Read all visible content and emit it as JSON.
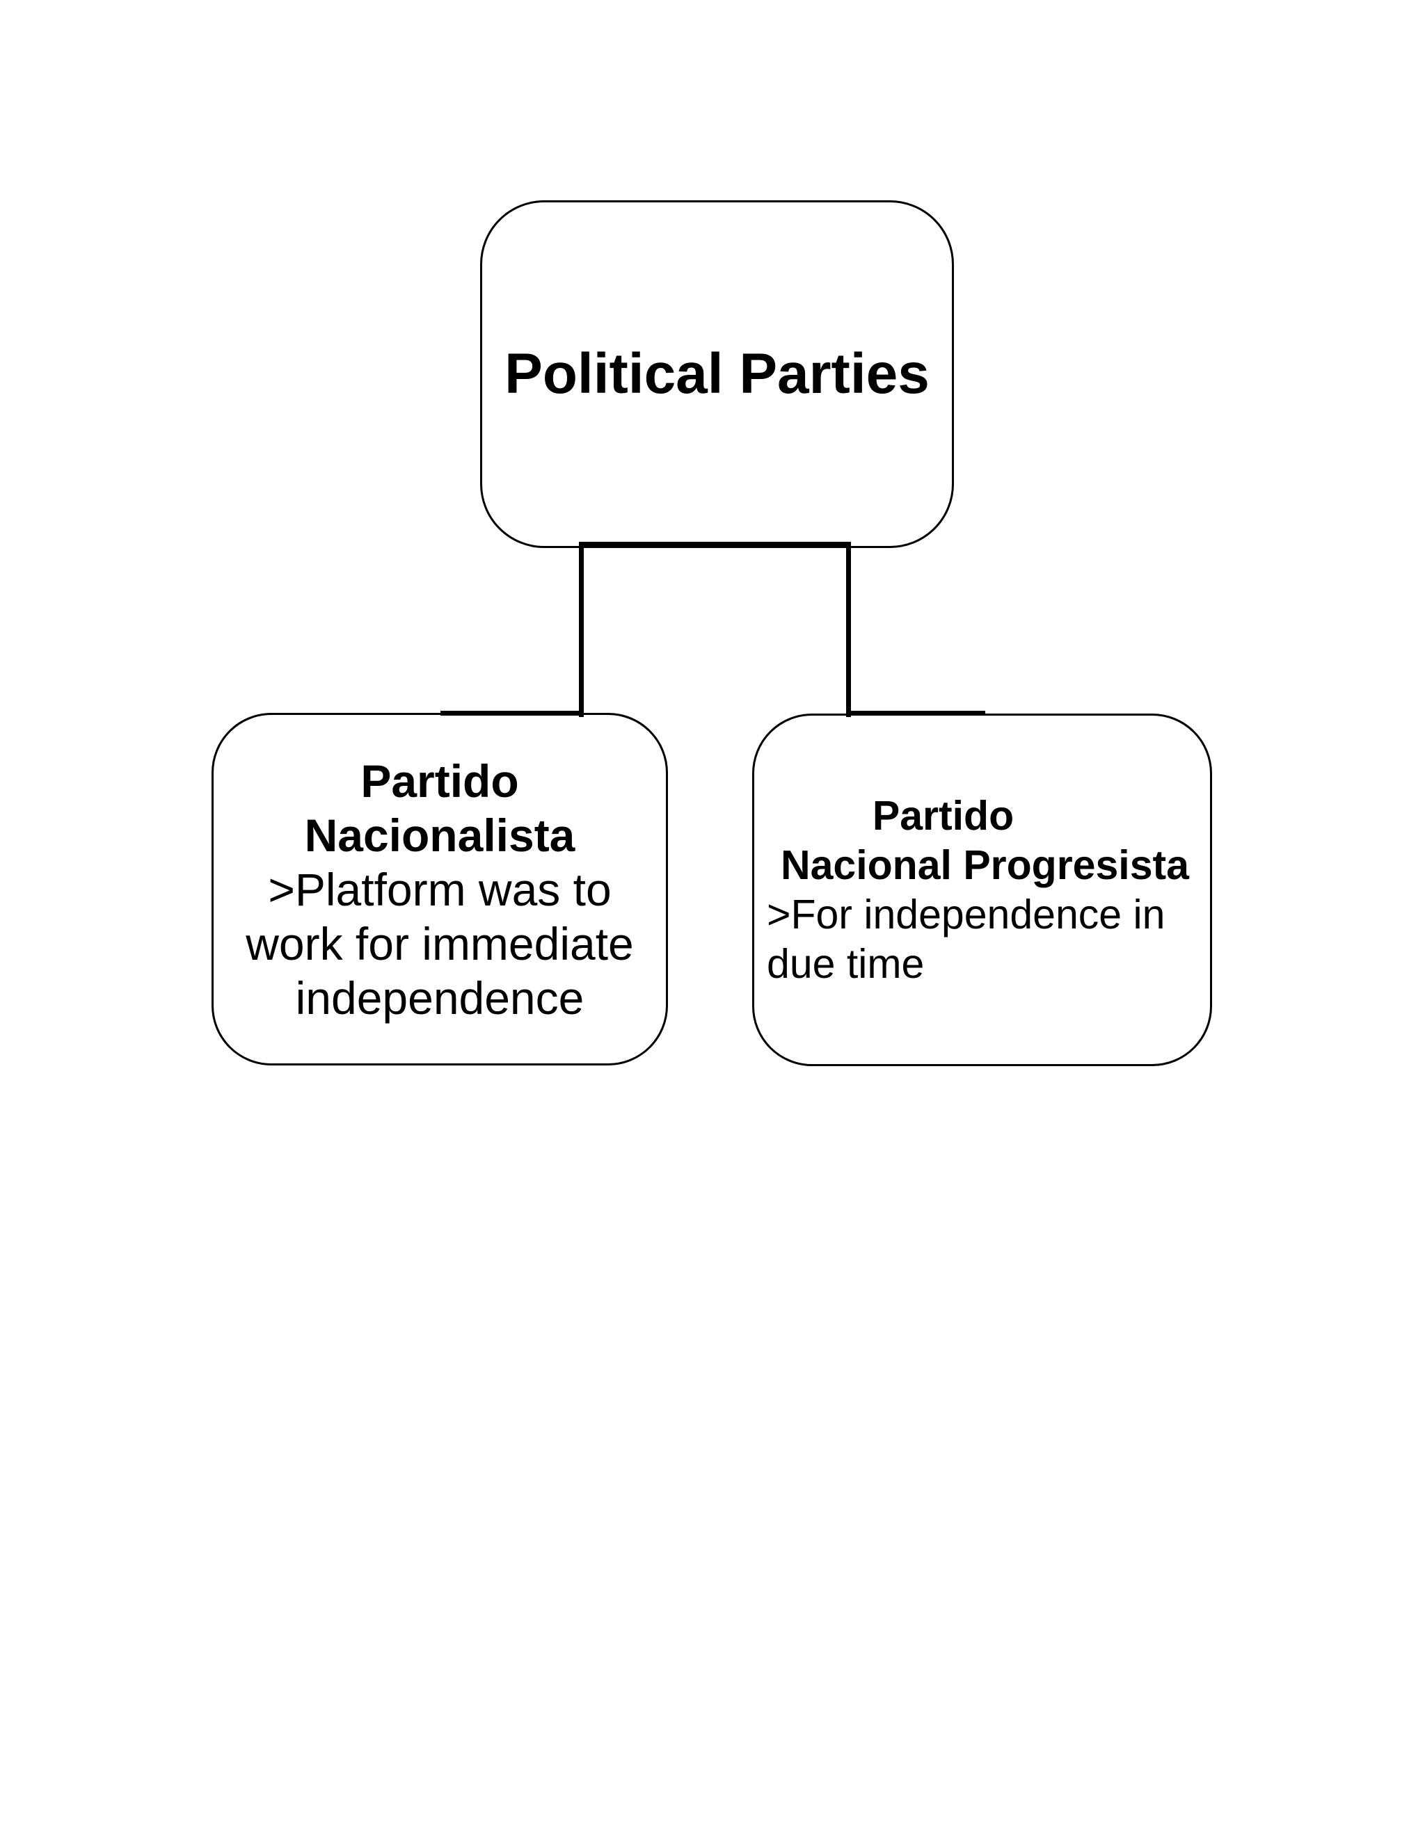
{
  "diagram": {
    "root": {
      "title": "Political Parties"
    },
    "left_child": {
      "title_line_1": "Partido",
      "title_line_2": "Nacionalista",
      "body_line_1": ">Platform was to",
      "body_line_2": "work for immediate",
      "body_line_3": "independence"
    },
    "right_child": {
      "title_line_1": "Partido",
      "title_line_2": "Nacional Progresista",
      "body_line_1": ">For independence in",
      "body_line_2": "due time"
    },
    "colors": {
      "background": "#ffffff",
      "box_fill": "#ffffff",
      "box_border": "#000000",
      "connector": "#000000",
      "text": "#000000"
    }
  }
}
